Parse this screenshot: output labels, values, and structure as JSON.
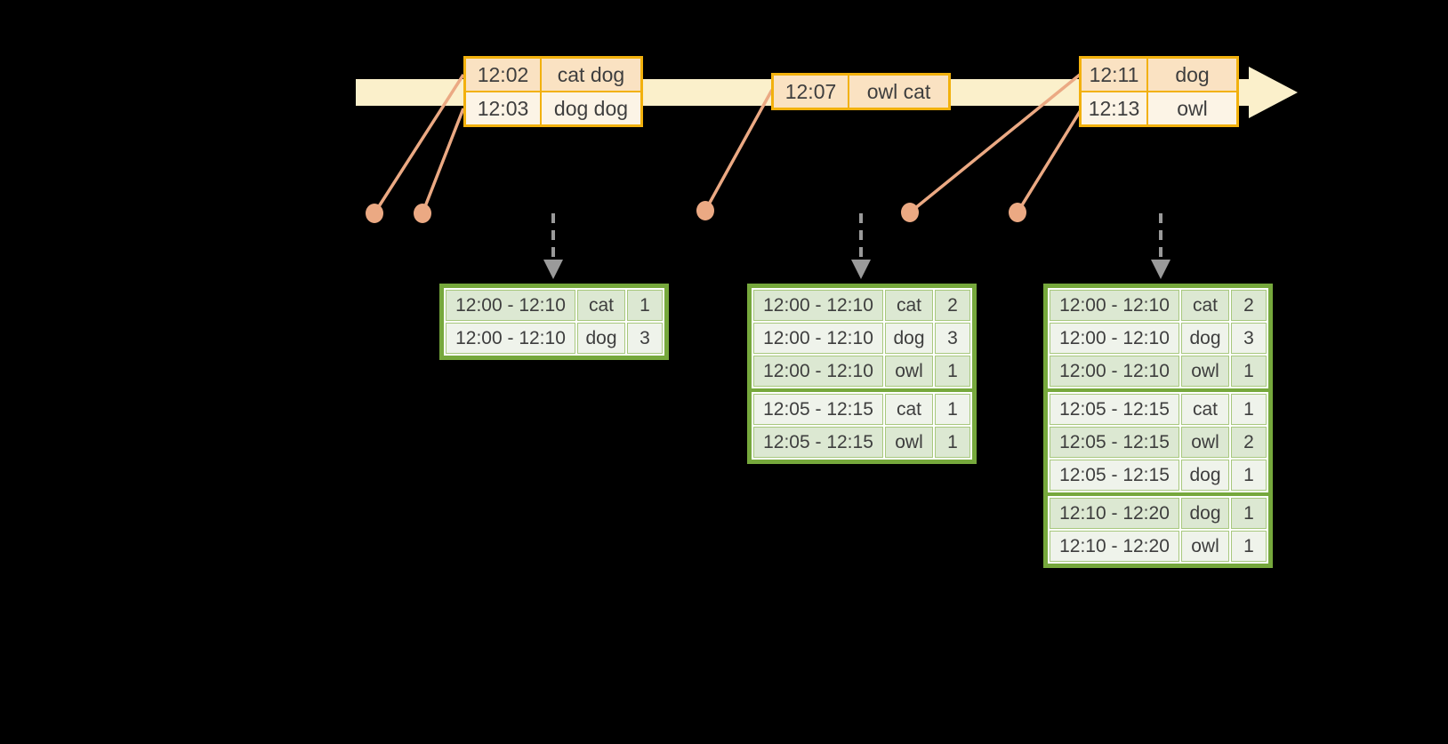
{
  "colors": {
    "background": "#000000",
    "timeline_band": "#FBF0CB",
    "event_table_border": "#F2B10D",
    "event_row_dark": "#FAE2C2",
    "event_row_light": "#FCF4E6",
    "connector_line": "#EBA983",
    "result_table_border": "#76A83C",
    "result_cell_line": "#A8C87E",
    "result_row_dark": "#DCE8D2",
    "result_row_light": "#EFF3EB",
    "trigger_arrow": "#9A9A9A",
    "text": "#3E3E3E"
  },
  "event_tables": [
    {
      "rows": [
        {
          "time": "12:02",
          "words": "cat dog"
        },
        {
          "time": "12:03",
          "words": "dog dog"
        }
      ]
    },
    {
      "rows": [
        {
          "time": "12:07",
          "words": "owl cat"
        }
      ]
    },
    {
      "rows": [
        {
          "time": "12:11",
          "words": "dog"
        },
        {
          "time": "12:13",
          "words": "owl"
        }
      ]
    }
  ],
  "result_tables": [
    {
      "group_breaks": [],
      "rows": [
        {
          "window": "12:00 - 12:10",
          "word": "cat",
          "count": "1"
        },
        {
          "window": "12:00 - 12:10",
          "word": "dog",
          "count": "3"
        }
      ]
    },
    {
      "group_breaks": [
        3
      ],
      "rows": [
        {
          "window": "12:00 - 12:10",
          "word": "cat",
          "count": "2"
        },
        {
          "window": "12:00 - 12:10",
          "word": "dog",
          "count": "3"
        },
        {
          "window": "12:00 - 12:10",
          "word": "owl",
          "count": "1"
        },
        {
          "window": "12:05 - 12:15",
          "word": "cat",
          "count": "1"
        },
        {
          "window": "12:05 - 12:15",
          "word": "owl",
          "count": "1"
        }
      ]
    },
    {
      "group_breaks": [
        3,
        6
      ],
      "rows": [
        {
          "window": "12:00 - 12:10",
          "word": "cat",
          "count": "2"
        },
        {
          "window": "12:00 - 12:10",
          "word": "dog",
          "count": "3"
        },
        {
          "window": "12:00 - 12:10",
          "word": "owl",
          "count": "1"
        },
        {
          "window": "12:05 - 12:15",
          "word": "cat",
          "count": "1"
        },
        {
          "window": "12:05 - 12:15",
          "word": "owl",
          "count": "2"
        },
        {
          "window": "12:05 - 12:15",
          "word": "dog",
          "count": "1"
        },
        {
          "window": "12:10 - 12:20",
          "word": "dog",
          "count": "1"
        },
        {
          "window": "12:10 - 12:20",
          "word": "owl",
          "count": "1"
        }
      ]
    }
  ]
}
